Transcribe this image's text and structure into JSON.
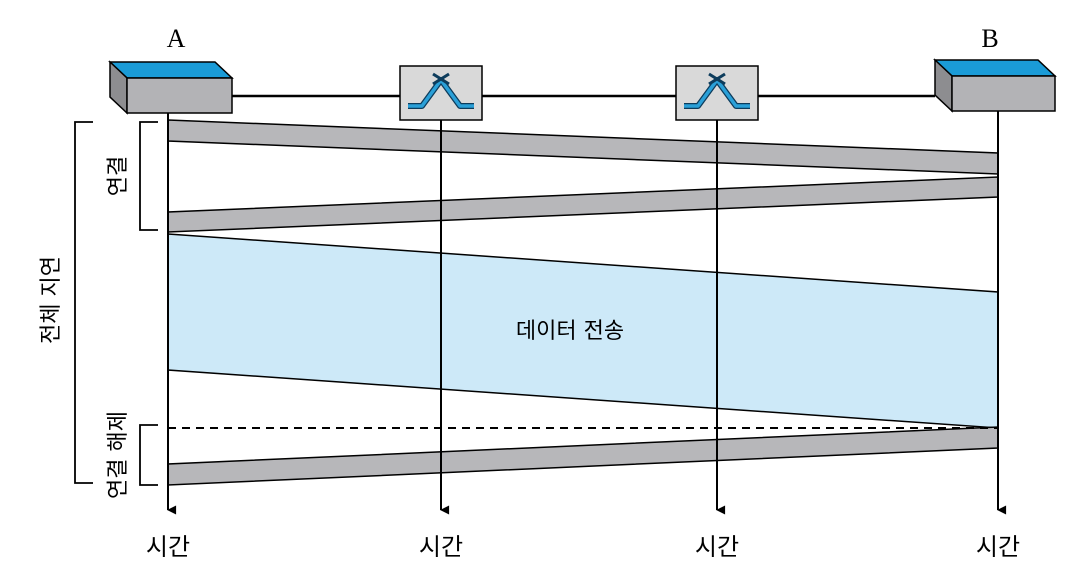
{
  "nodes": {
    "a_label": "A",
    "b_label": "B"
  },
  "time_axes": {
    "label": "시간",
    "count": 4
  },
  "phases": {
    "connection": "연결",
    "data_transfer": "데이터 전송",
    "release": "연결 해제",
    "total_delay": "전체 지연"
  },
  "colors": {
    "host_top": "#1a9bd7",
    "host_body": "#b3b3b6",
    "switch_body": "#d9d9d9",
    "switch_symbol": "#2aa0d8",
    "control_band": "#b7b7ba",
    "data_band": "#cde9f8",
    "line": "#000000"
  },
  "icons": {
    "host_a": "host-box-icon",
    "host_b": "host-box-icon",
    "switch": "packet-switch-icon"
  }
}
